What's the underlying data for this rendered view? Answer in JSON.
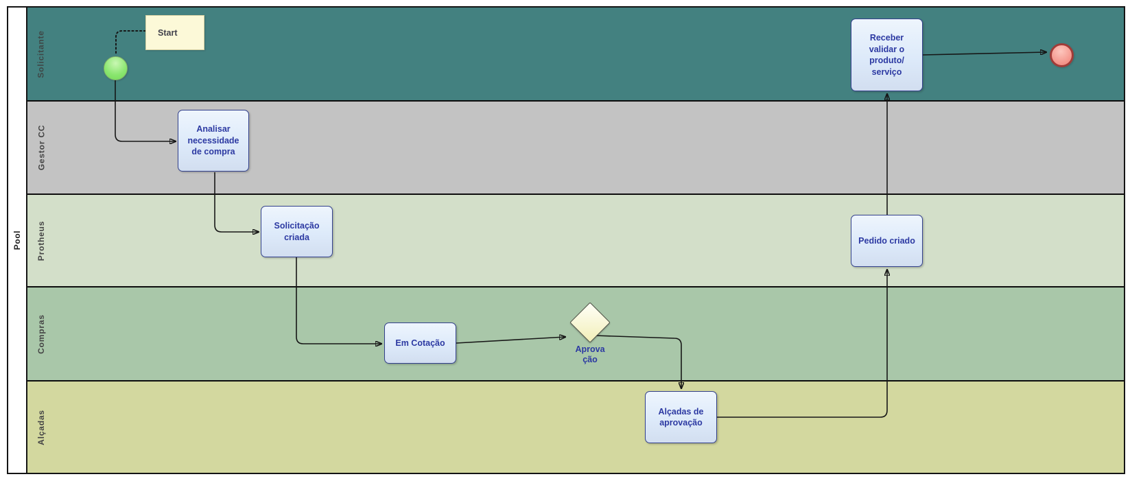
{
  "pool": {
    "label": "Pool"
  },
  "lanes": [
    {
      "id": "solicitante",
      "label": "Solicitante",
      "color": "#438180"
    },
    {
      "id": "gestor-cc",
      "label": "Gestor CC",
      "color": "#c3c3c3"
    },
    {
      "id": "protheus",
      "label": "Protheus",
      "color": "#d3dfc9"
    },
    {
      "id": "compras",
      "label": "Compras",
      "color": "#a9c7a9"
    },
    {
      "id": "alcadas",
      "label": "Alçadas",
      "color": "#d3d89f"
    }
  ],
  "nodes": {
    "note_start": {
      "type": "annotation",
      "lane": "solicitante",
      "label": "Start"
    },
    "start_event": {
      "type": "start-event",
      "lane": "solicitante",
      "color": "#8ae66f"
    },
    "task_analisar": {
      "type": "task",
      "lane": "gestor-cc",
      "label": "Analisar\nnecessidade\nde compra"
    },
    "task_solicitacao": {
      "type": "task",
      "lane": "protheus",
      "label": "Solicitação\ncriada"
    },
    "task_em_cotacao": {
      "type": "task",
      "lane": "compras",
      "label": "Em Cotação"
    },
    "gateway_aprovacao": {
      "type": "gateway",
      "lane": "compras",
      "label": "Aprova\nção"
    },
    "task_alcadas": {
      "type": "task",
      "lane": "alcadas",
      "label": "Alçadas de\naprovação"
    },
    "task_pedido": {
      "type": "task",
      "lane": "protheus",
      "label": "Pedido criado"
    },
    "task_receber": {
      "type": "task",
      "lane": "solicitante",
      "label": "Receber\nvalidar o\nproduto/\nserviço"
    },
    "end_event": {
      "type": "end-event",
      "lane": "solicitante",
      "color": "#ee8175"
    }
  },
  "flows": [
    {
      "from": "note_start",
      "to": "start_event",
      "style": "dotted-association"
    },
    {
      "from": "start_event",
      "to": "task_analisar",
      "style": "sequence"
    },
    {
      "from": "task_analisar",
      "to": "task_solicitacao",
      "style": "sequence"
    },
    {
      "from": "task_solicitacao",
      "to": "task_em_cotacao",
      "style": "sequence"
    },
    {
      "from": "task_em_cotacao",
      "to": "gateway_aprovacao",
      "style": "sequence"
    },
    {
      "from": "gateway_aprovacao",
      "to": "task_alcadas",
      "style": "sequence"
    },
    {
      "from": "task_alcadas",
      "to": "task_pedido",
      "style": "sequence"
    },
    {
      "from": "task_pedido",
      "to": "task_receber",
      "style": "sequence"
    },
    {
      "from": "task_receber",
      "to": "end_event",
      "style": "sequence"
    }
  ],
  "colors": {
    "task_fill_top": "#eef5fd",
    "task_fill_bottom": "#d2def0",
    "task_border": "#32408c",
    "task_text": "#2c39a2",
    "note_fill": "#fcf9d8",
    "gateway_fill": "#f2efb8",
    "connector": "#161616",
    "pool_border": "#141414",
    "lane_label_text": "#454545"
  }
}
